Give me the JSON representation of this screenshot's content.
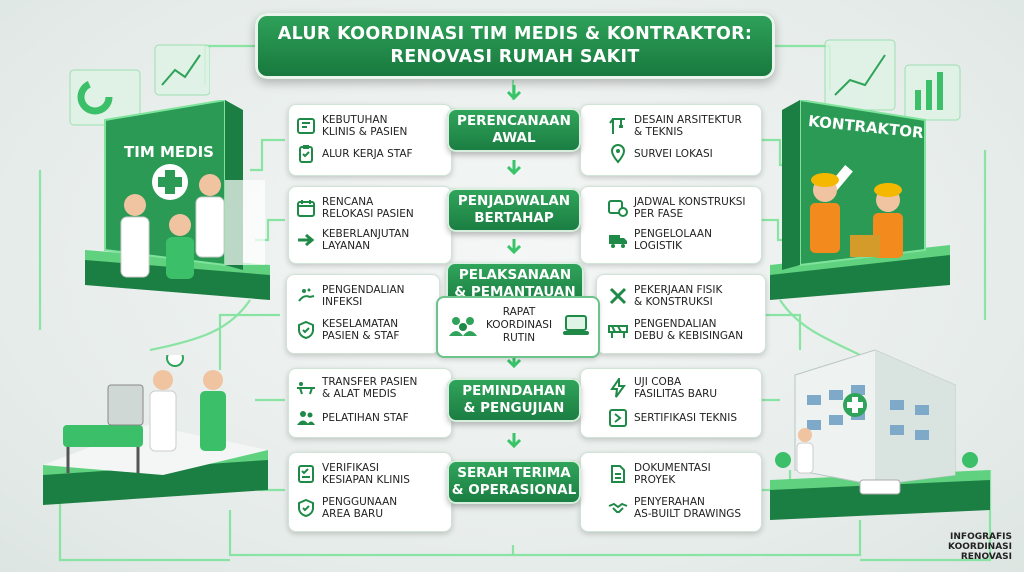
{
  "title": {
    "line1": "ALUR KOORDINASI TIM MEDIS & KONTRAKTOR:",
    "line2": "RENOVASI RUMAH SAKIT"
  },
  "sides": {
    "medis": "TIM MEDIS",
    "kontraktor": "KONTRAKTOR"
  },
  "stages": [
    {
      "l1": "PERENCANAAN",
      "l2": "AWAL",
      "left": [
        {
          "icon": "blueprint-icon",
          "t": [
            "KEBUTUHAN",
            "KLINIS & PASIEN"
          ]
        },
        {
          "icon": "clipboard-icon",
          "t": [
            "ALUR KERJA STAF"
          ]
        }
      ],
      "right": [
        {
          "icon": "crane-icon",
          "t": [
            "DESAIN ARSITEKTUR",
            "& TEKNIS"
          ]
        },
        {
          "icon": "location-pin-icon",
          "t": [
            "SURVEI LOKASI"
          ]
        }
      ]
    },
    {
      "l1": "PENJADWALAN",
      "l2": "BERTAHAP",
      "left": [
        {
          "icon": "calendar-icon",
          "t": [
            "RENCANA",
            "RELOKASI PASIEN"
          ]
        },
        {
          "icon": "arrow-right-icon",
          "t": [
            "KEBERLANJUTAN",
            "LAYANAN"
          ]
        }
      ],
      "right": [
        {
          "icon": "calendar-clock-icon",
          "t": [
            "JADWAL KONSTRUKSI",
            "PER FASE"
          ]
        },
        {
          "icon": "truck-icon",
          "t": [
            "PENGELOLAAN",
            "LOGISTIK"
          ]
        }
      ]
    },
    {
      "l1": "PELAKSANAAN",
      "l2": "& PEMANTAUAN",
      "left": [
        {
          "icon": "hand-wash-icon",
          "t": [
            "PENGENDALIAN",
            "INFEKSI"
          ]
        },
        {
          "icon": "shield-check-icon",
          "t": [
            "KESELAMATAN",
            "PASIEN & STAF"
          ]
        }
      ],
      "right": [
        {
          "icon": "tools-icon",
          "t": [
            "PEKERJAAN FISIK",
            "& KONSTRUKSI"
          ]
        },
        {
          "icon": "barrier-icon",
          "t": [
            "PENGENDALIAN",
            "DEBU & KEBISINGAN"
          ]
        }
      ]
    },
    {
      "l1": "PEMINDAHAN",
      "l2": "& PENGUJIAN",
      "left": [
        {
          "icon": "stretcher-icon",
          "t": [
            "TRANSFER PASIEN",
            "& ALAT MEDIS"
          ]
        },
        {
          "icon": "people-icon",
          "t": [
            "PELATIHAN STAF"
          ]
        }
      ],
      "right": [
        {
          "icon": "lightning-icon",
          "t": [
            "UJI COBA",
            "FASILITAS BARU"
          ]
        },
        {
          "icon": "certificate-icon",
          "t": [
            "SERTIFIKASI TEKNIS"
          ]
        }
      ]
    },
    {
      "l1": "SERAH TERIMA",
      "l2": "& OPERASIONAL",
      "left": [
        {
          "icon": "checklist-icon",
          "t": [
            "VERIFIKASI",
            "KESIAPAN KLINIS"
          ]
        },
        {
          "icon": "shield-check-icon",
          "t": [
            "PENGGUNAAN",
            "AREA BARU"
          ]
        }
      ],
      "right": [
        {
          "icon": "document-icon",
          "t": [
            "DOKUMENTASI",
            "PROYEK"
          ]
        },
        {
          "icon": "handshake-icon",
          "t": [
            "PENYERAHAN",
            "AS-BUILT DRAWINGS"
          ]
        }
      ]
    }
  ],
  "meeting": {
    "l1": "RAPAT",
    "l2": "KOORDINASI",
    "l3": "RUTIN"
  },
  "footer": {
    "l1": "INFOGRAFIS",
    "l2": "KOORDINASI",
    "l3": "RENOVASI"
  },
  "colors": {
    "green": "#1f8a47",
    "light": "#5fd17f"
  }
}
